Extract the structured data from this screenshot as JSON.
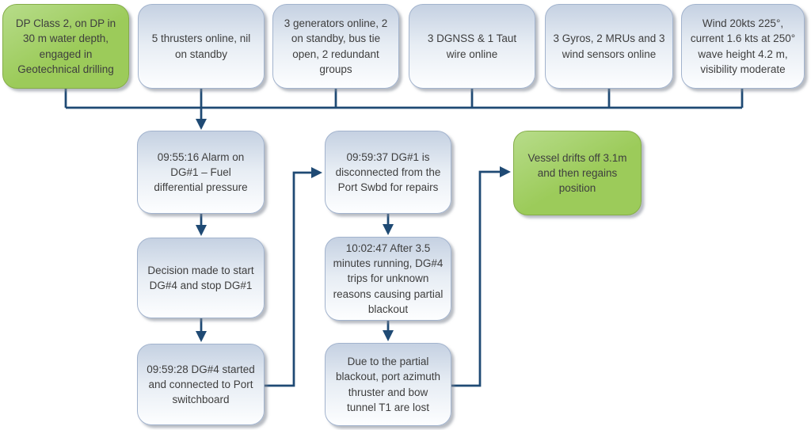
{
  "colors": {
    "connector": "#1f4a74",
    "green_fill": "#9ccb5a",
    "green_border": "#85ad49",
    "blue_fill_top": "#c5d1e2",
    "blue_border": "#a2b3cd",
    "text": "#3e3e3e"
  },
  "status_boxes": [
    {
      "id": "dp-class",
      "variant": "green",
      "text": "DP Class 2, on DP in 30 m water depth, engaged in Geotechnical drilling"
    },
    {
      "id": "thrusters",
      "variant": "blue",
      "text": "5 thrusters online, nil on standby"
    },
    {
      "id": "generators",
      "variant": "blue",
      "text": "3 generators online, 2 on standby, bus tie open, 2 redundant groups"
    },
    {
      "id": "position-refs",
      "variant": "blue",
      "text": "3 DGNSS & 1 Taut wire online"
    },
    {
      "id": "sensors",
      "variant": "blue",
      "text": "3 Gyros, 2 MRUs and 3 wind sensors online"
    },
    {
      "id": "environment",
      "variant": "blue",
      "text": "Wind 20kts 225°, current 1.6 kts at 250° wave height 4.2 m, visibility moderate"
    }
  ],
  "event_boxes": [
    {
      "id": "alarm-dg1",
      "text": "09:55:16 Alarm on DG#1 – Fuel differential pressure"
    },
    {
      "id": "decision",
      "text": "Decision made to start DG#4 and stop DG#1"
    },
    {
      "id": "dg4-started",
      "text": "09:59:28 DG#4 started and connected to Port switchboard"
    },
    {
      "id": "dg1-disconnected",
      "text": "09:59:37 DG#1 is disconnected from the Port Swbd for repairs"
    },
    {
      "id": "dg4-trips",
      "text": "10:02:47 After 3.5 minutes running, DG#4 trips for unknown reasons causing partial blackout"
    },
    {
      "id": "thrusters-lost",
      "text": "Due to the partial blackout, port azimuth thruster and bow tunnel T1 are lost"
    }
  ],
  "outcome_box": {
    "id": "drift-off",
    "variant": "green",
    "text": "Vessel drifts off 3.1m and then regains position"
  }
}
